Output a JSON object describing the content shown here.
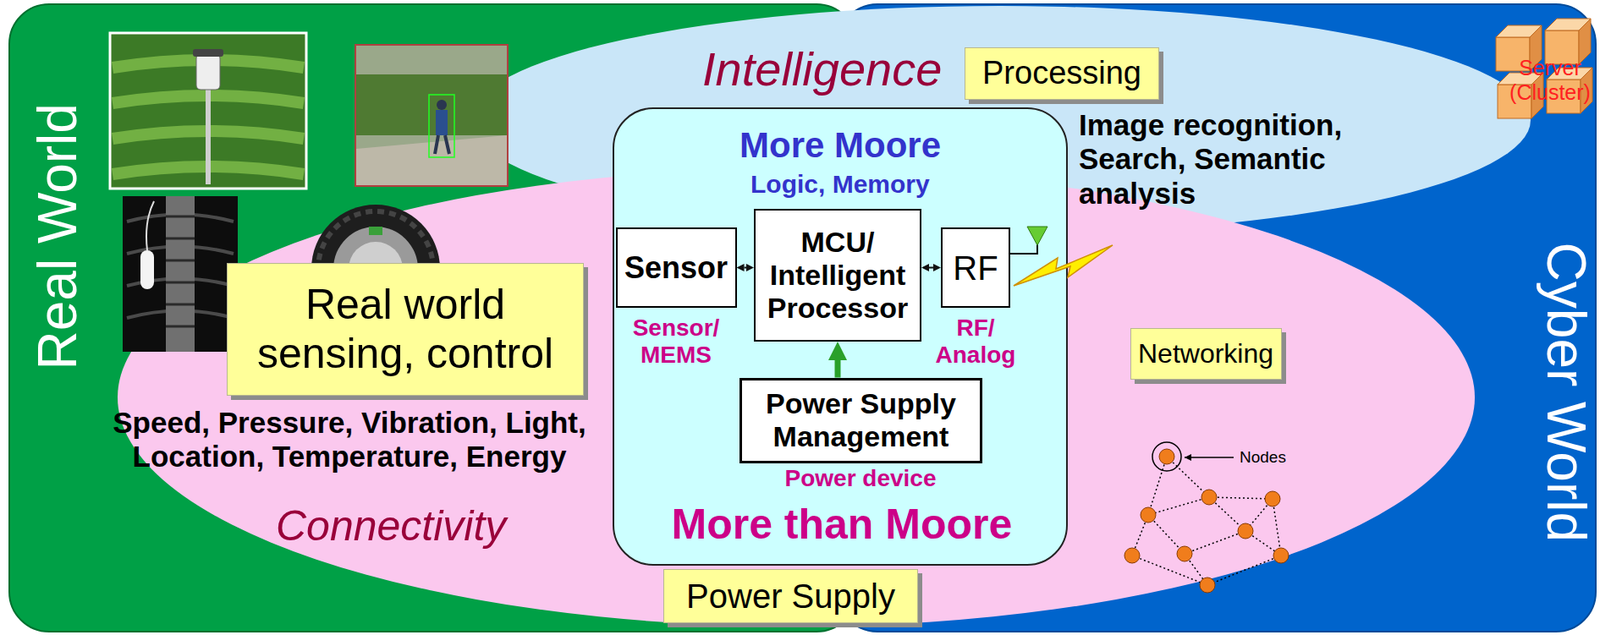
{
  "diagram": {
    "nodes": [
      {
        "text": [
          "Real World"
        ]
      },
      {
        "text": [
          "Cyber World"
        ]
      },
      {
        "text": [
          "Intelligence"
        ]
      },
      {
        "text": [
          "Processing"
        ],
        "in": 2
      },
      {
        "text": [
          "Connectivity"
        ]
      },
      {
        "text": [
          "Real world sensing, control"
        ],
        "in": 4
      },
      {
        "text": [
          "Networking"
        ],
        "in": 4
      },
      {
        "text": [
          "Power Supply"
        ],
        "in": 4
      },
      {
        "text": [
          "More Moore",
          "Logic, Memory",
          "More than Moore"
        ]
      },
      {
        "text": [
          "Sensor"
        ],
        "in": 8
      },
      {
        "text": [
          "MCU/ Intelligent Processor"
        ],
        "in": 8
      },
      {
        "text": [
          "RF"
        ],
        "in": 8
      },
      {
        "text": [
          "Power Supply Management"
        ],
        "in": 8
      }
    ],
    "edges": [
      {
        "from": 9,
        "to": 10,
        "arrow": "both"
      },
      {
        "from": 10,
        "to": 11,
        "arrow": "both"
      },
      {
        "from": 12,
        "to": 10,
        "arrow": "to"
      }
    ],
    "labels": [
      "Image recognition, Search, Semantic analysis",
      "Server (Cluster)",
      "Speed, Pressure, Vibration, Light, Location, Temperature, Energy",
      "Sensor/ MEMS",
      "RF/ Analog",
      "Power device",
      "Nodes"
    ]
  }
}
